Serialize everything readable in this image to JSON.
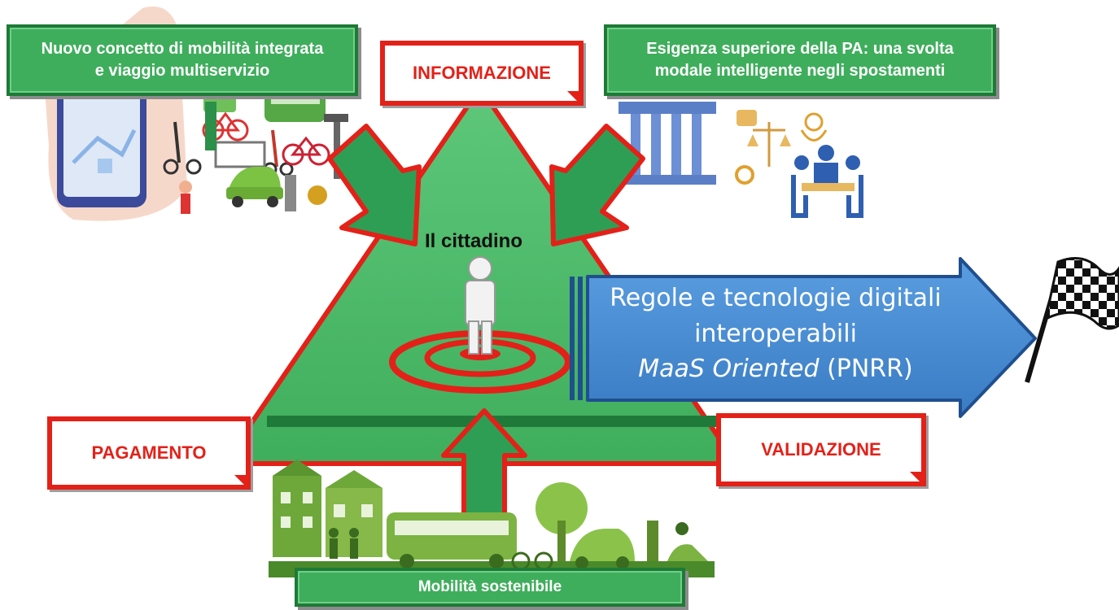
{
  "banners": {
    "top_left": {
      "line1": "Nuovo concetto di mobilità integrata",
      "line2": "e viaggio multiservizio"
    },
    "top_right": {
      "line1": "Esigenza superiore della PA: una svolta",
      "line2": "modale intelligente negli spostamenti"
    },
    "bottom": "Mobilità sostenibile"
  },
  "callouts": {
    "top": "INFORMAZIONE",
    "left": "PAGAMENTO",
    "right": "VALIDAZIONE"
  },
  "center_label": "Il cittadino",
  "arrow": {
    "line1": "Regole e tecnologie digitali",
    "line2": "interoperabili",
    "line3_italic": "MaaS Oriented",
    "line3_rest": " (PNRR)"
  },
  "icons": [
    "smartphone-map-icon",
    "scooter-icon",
    "bicycle-icon",
    "bus-icon",
    "electric-car-icon",
    "charging-station-icon",
    "government-building-icon",
    "scales-of-justice-icon",
    "meeting-people-icon",
    "city-street-icon",
    "checkered-flag-icon",
    "target-person-icon"
  ],
  "colors": {
    "triangle_fill": "#5ec77a",
    "triangle_border": "#e32119",
    "banner_green": "#3fae5c",
    "arrow_blue": "#4a8fd6",
    "callout_red": "#e32119"
  }
}
